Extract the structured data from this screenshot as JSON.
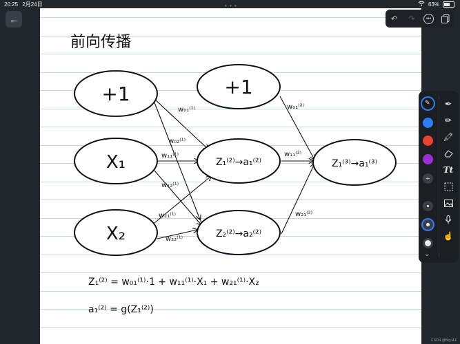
{
  "status_bar": {
    "time": "20:25",
    "date": "2月24日",
    "battery": "63%",
    "battery_level": 0.63
  },
  "navigation": {
    "back_icon": "arrow-left-icon"
  },
  "top_toolbar": {
    "undo_icon": "undo-icon",
    "redo_icon": "redo-icon",
    "more_icon": "more-icon",
    "pages_icon": "pages-icon"
  },
  "tool_panel": {
    "colors": [
      "#1a1a1a",
      "#2f7cf6",
      "#e8432f",
      "#9b2fd6"
    ],
    "tools": [
      "pen-icon",
      "pencil-icon",
      "highlighter-icon",
      "eraser-icon",
      "text-tool-icon",
      "lasso-select-icon",
      "image-icon",
      "microphone-icon",
      "finger-draw-icon"
    ]
  },
  "note": {
    "title": "前向传播",
    "nodes": {
      "bias1": "+1",
      "x1": "X₁",
      "x2": "X₂",
      "bias2": "+1",
      "h1": "Z₁⁽²⁾→a₁⁽²⁾",
      "h2": "Z₂⁽²⁾→a₂⁽²⁾",
      "out": "Z₁⁽³⁾→a₁⁽³⁾"
    },
    "weights": {
      "w01_1": "w₀₁⁽¹⁾",
      "w02_1": "w₀₂⁽¹⁾",
      "w11_1": "w₁₁⁽¹⁾",
      "w12_1": "w₁₂⁽¹⁾",
      "w21_1": "w₂₁⁽¹⁾",
      "w22_1": "w₂₂⁽¹⁾",
      "w01_2": "w₀₁⁽²⁾",
      "w11_2": "w₁₁⁽²⁾",
      "w21_2": "w₂₁⁽²⁾"
    },
    "equation1": "Z₁⁽²⁾ = w₀₁⁽¹⁾·1 + w₁₁⁽¹⁾·X₁ + w₂₁⁽¹⁾·X₂",
    "equation2": "a₁⁽²⁾ = g(Z₁⁽²⁾)"
  },
  "credit": "CSDN @Big.M.F"
}
